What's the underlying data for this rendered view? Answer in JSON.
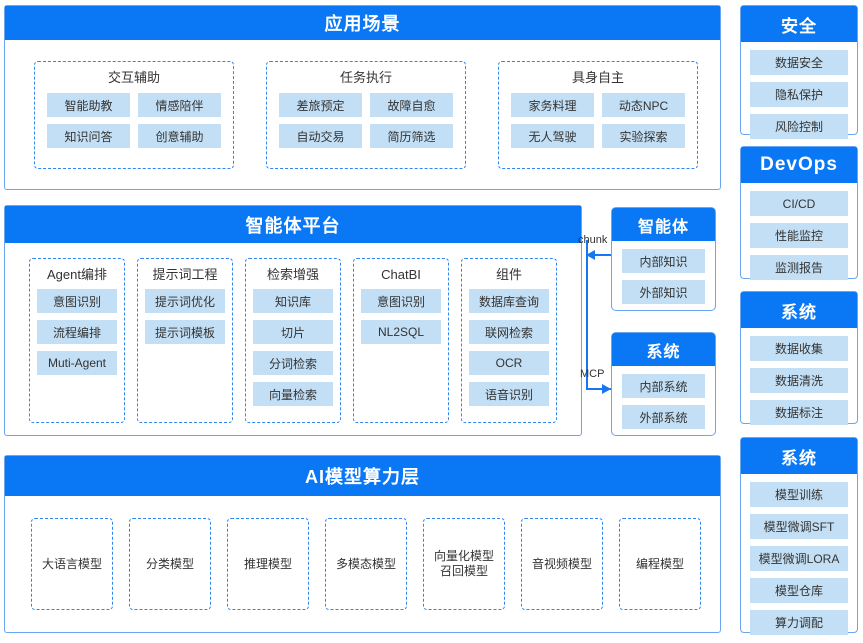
{
  "diagram": {
    "title_hidden": "AI Agent Platform Architecture",
    "accent": "#0a78f5",
    "chip_bg": "#c3dff5",
    "border": "#6aa6f0",
    "dashed": "#2f86f0"
  },
  "app_scenarios": {
    "header": "应用场景",
    "groups": [
      {
        "title": "交互辅助",
        "chips": [
          "智能助教",
          "情感陪伴",
          "知识问答",
          "创意辅助"
        ]
      },
      {
        "title": "任务执行",
        "chips": [
          "差旅预定",
          "故障自愈",
          "自动交易",
          "简历筛选"
        ]
      },
      {
        "title": "具身自主",
        "chips": [
          "家务料理",
          "动态NPC",
          "无人驾驶",
          "实验探索"
        ]
      }
    ]
  },
  "agent_platform": {
    "header": "智能体平台",
    "groups": [
      {
        "title": "Agent编排",
        "chips": [
          "意图识别",
          "流程编排",
          "Muti-Agent"
        ]
      },
      {
        "title": "提示词工程",
        "chips": [
          "提示词优化",
          "提示词模板"
        ]
      },
      {
        "title": "检索增强",
        "chips": [
          "知识库",
          "切片",
          "分词检索",
          "向量检索"
        ]
      },
      {
        "title": "ChatBI",
        "chips": [
          "意图识别",
          "NL2SQL"
        ]
      },
      {
        "title": "组件",
        "chips": [
          "数据库查询",
          "联网检索",
          "OCR",
          "语音识别"
        ]
      }
    ]
  },
  "side_boxes": [
    {
      "header": "智能体",
      "chips": [
        "内部知识",
        "外部知识"
      ],
      "connector": "chunk",
      "direction": "left"
    },
    {
      "header": "系统",
      "chips": [
        "内部系统",
        "外部系统"
      ],
      "connector": "MCP",
      "direction": "right"
    }
  ],
  "ai_layer": {
    "header": "AI模型算力层",
    "groups": [
      "大语言模型",
      "分类模型",
      "推理模型",
      "多模态模型",
      "向量化模型\n召回模型",
      "音视频模型",
      "编程模型"
    ]
  },
  "right_column": [
    {
      "header": "安全",
      "chips": [
        "数据安全",
        "隐私保护",
        "风险控制"
      ]
    },
    {
      "header": "DevOps",
      "chips": [
        "CI/CD",
        "性能监控",
        "监测报告"
      ]
    },
    {
      "header": "系统",
      "chips": [
        "数据收集",
        "数据清洗",
        "数据标注"
      ]
    },
    {
      "header": "系统",
      "chips": [
        "模型训练",
        "模型微调SFT",
        "模型微调LORA",
        "模型仓库",
        "算力调配"
      ]
    }
  ]
}
